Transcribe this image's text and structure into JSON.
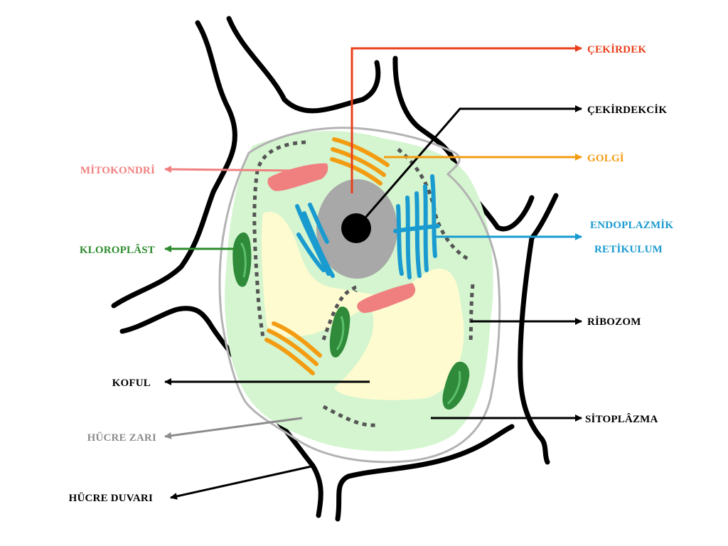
{
  "labels": {
    "cekirdek": "ÇEKİRDEK",
    "cekirdekcik": "ÇEKİRDEKCİK",
    "golgi": "GOLGİ",
    "mitokondri": "MİTOKONDRİ",
    "endoplazmik": "ENDOPLAZMİK",
    "retikulum": "RETİKULUM",
    "kloroplast": "KLOROPLÂST",
    "ribozom": "RİBOZOM",
    "koful": "KOFUL",
    "sitoplazma": "SİTOPLÂZMA",
    "hucre_zari": "HÜCRE ZARI",
    "hucre_duvari": "HÜCRE DUVARI"
  },
  "colors": {
    "cekirdek": "#e8401c",
    "golgi": "#f39c12",
    "mitokondri": "#f08080",
    "endoplazmik": "#1a9bd0",
    "kloroplast": "#2e8b2e",
    "hucre_zari": "#8c8c8c",
    "black": "#000000",
    "cytoplasm": "#d4f5cf",
    "vacuole": "#fdfbcf",
    "nucleus": "#a8a8a8",
    "membrane": "#b3b3b3",
    "chloroplast_fill": "#2f8a3a",
    "chloroplast_inner": "#5bbf6a",
    "dotted_er": "#555555"
  }
}
